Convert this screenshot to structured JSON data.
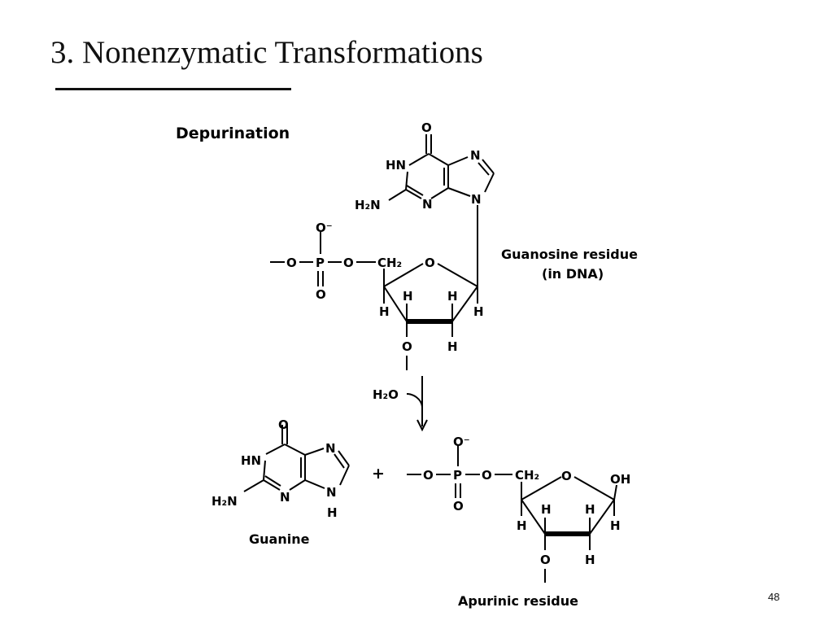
{
  "slide": {
    "title": "3. Nonenzymatic Transformations",
    "number": "48"
  },
  "scheme": {
    "heading": "Depurination",
    "reactant_label_line1": "Guanosine  residue",
    "reactant_label_line2": "(in DNA)",
    "reagent": "H₂O",
    "plus": "+",
    "product1_label": "Guanine",
    "product2_label": "Apurinic residue"
  },
  "atoms": {
    "O": "O",
    "O_minus": "O⁻",
    "N": "N",
    "HN": "HN",
    "H2N": "H₂N",
    "H": "H",
    "P": "P",
    "CH2": "CH₂",
    "OH": "OH"
  }
}
